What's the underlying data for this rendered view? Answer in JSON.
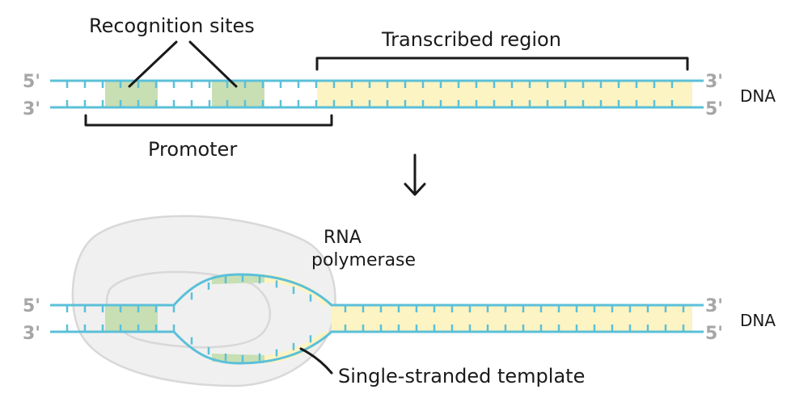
{
  "labels": {
    "recognition_sites": "Recognition sites",
    "transcribed_region": "Transcribed region",
    "promoter": "Promoter",
    "rna_polymerase_line1": "RNA",
    "rna_polymerase_line2": "polymerase",
    "single_stranded_template": "Single-stranded template",
    "dna": "DNA",
    "five_prime": "5'",
    "three_prime": "3'",
    "arrow": "↓"
  },
  "colors": {
    "strand": "#5bc0d8",
    "recognition_fill": "#c8dfb4",
    "transcribed_fill": "#fdf4c3",
    "polymerase_fill": "#f0f0f0",
    "polymerase_stroke": "#d8d8d8",
    "ink": "#1a1a1a",
    "end_label": "#a6a6a6"
  }
}
